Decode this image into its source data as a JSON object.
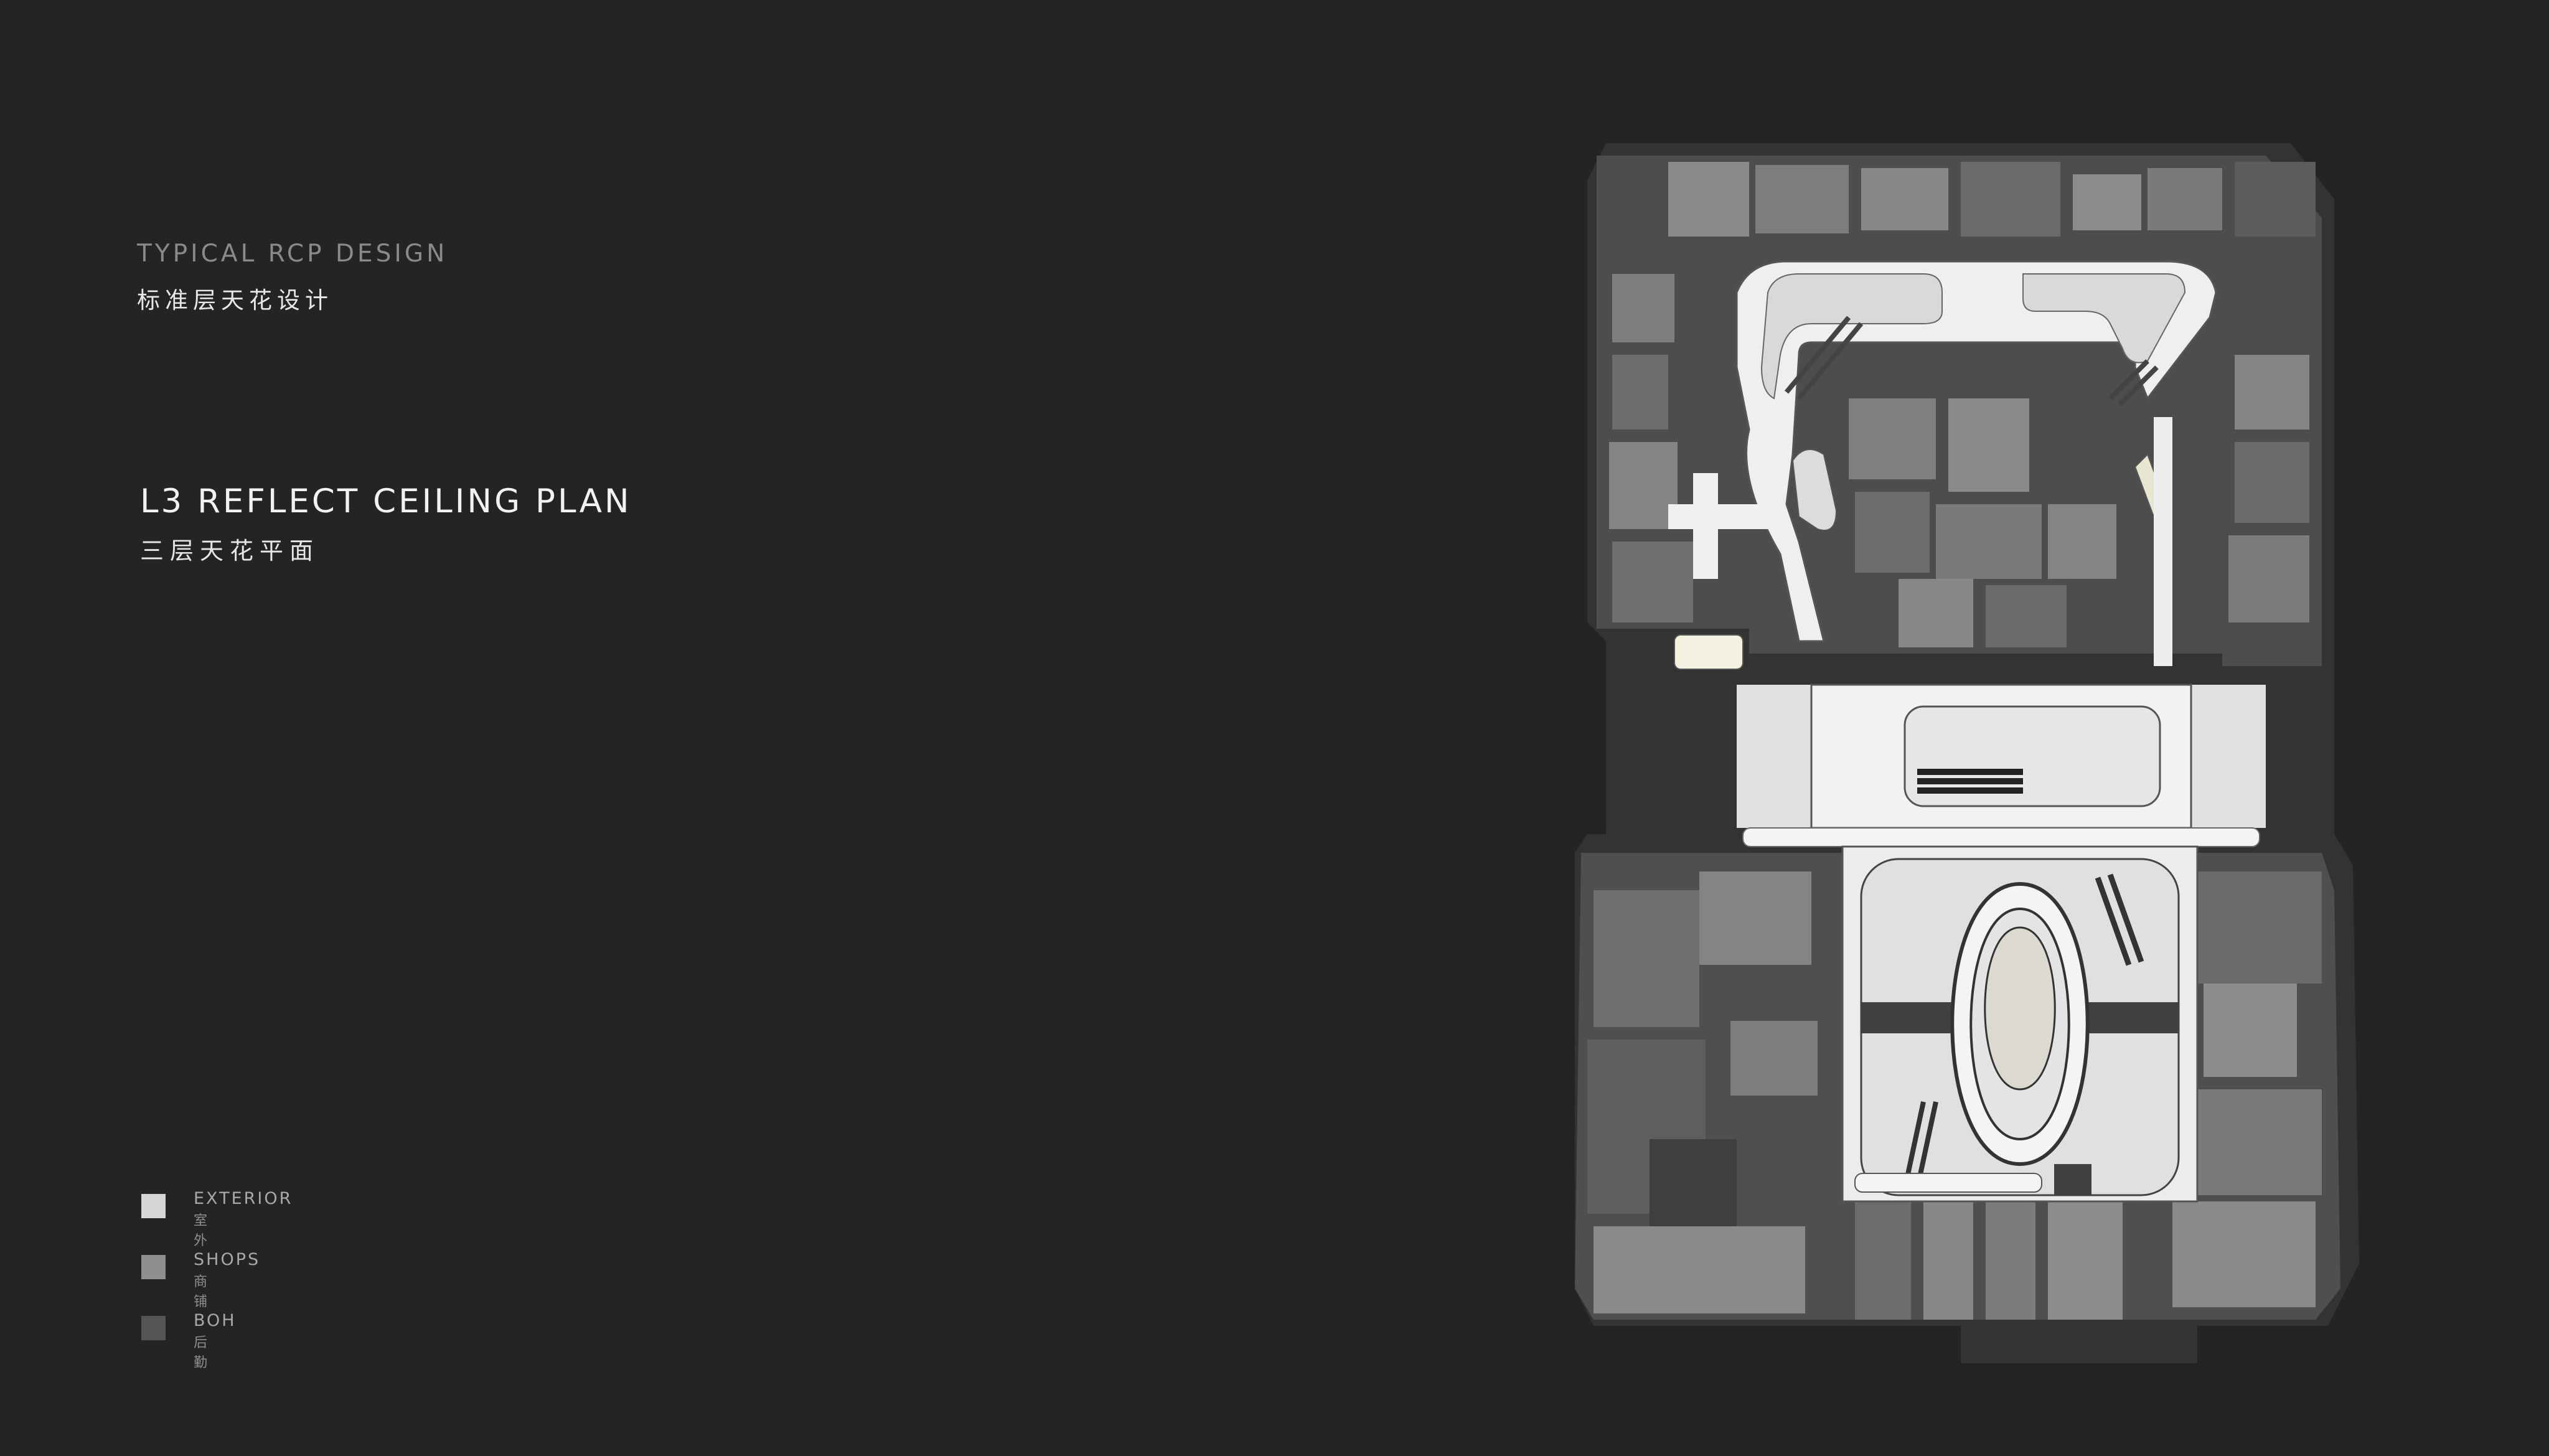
{
  "header": {
    "subtitle_en": "TYPICAL RCP DESIGN",
    "subtitle_cn": "标准层天花设计"
  },
  "title": {
    "en": "L3 REFLECT CEILING PLAN",
    "cn": "三层天花平面"
  },
  "legend": {
    "items": [
      {
        "en": "EXTERIOR",
        "cn": "室外",
        "color": "#d6d6d6"
      },
      {
        "en": "SHOPS",
        "cn": "商铺",
        "color": "#8f8f8f"
      },
      {
        "en": "BOH",
        "cn": "后勤",
        "color": "#555555"
      }
    ]
  },
  "colors": {
    "background": "#242424",
    "boh": "#555555",
    "shops": "#8f8f8f",
    "exterior": "#d6d6d6",
    "corridor": "#f2f2f2",
    "outline": "#3a3a3a"
  }
}
